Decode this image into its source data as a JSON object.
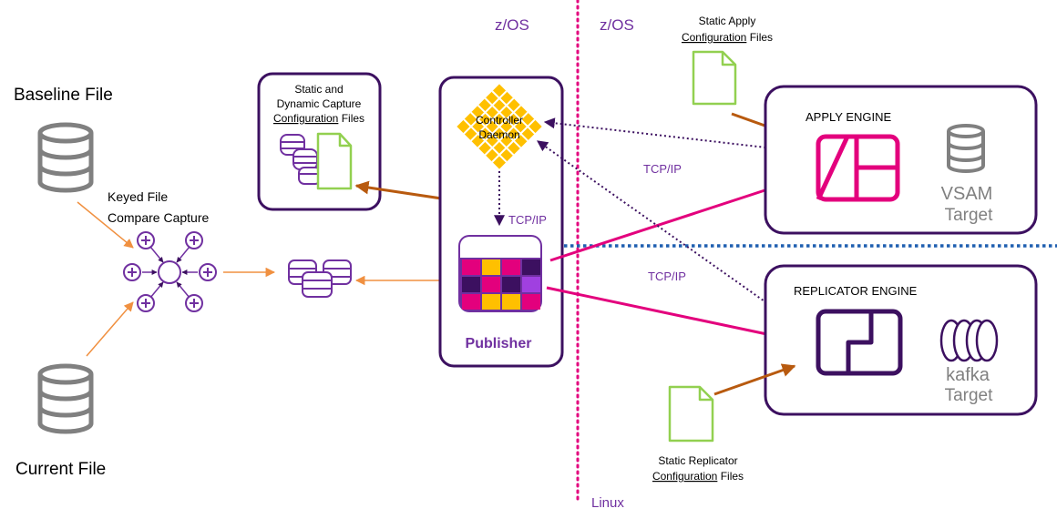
{
  "labels": {
    "zos_left": "z/OS",
    "zos_right": "z/OS",
    "linux": "Linux",
    "baseline_file": "Baseline File",
    "current_file": "Current File",
    "keyed_compare_1": "Keyed File",
    "keyed_compare_2": "Compare Capture",
    "capture_config_1": "Static and",
    "capture_config_2": "Dynamic Capture",
    "capture_config_3_u": "Configuration",
    "capture_config_3_rest": " Files",
    "controller_1": "Controller",
    "controller_2": "Daemon",
    "publisher": "Publisher",
    "tcpip_vertical": "TCP/IP",
    "tcpip_upper": "TCP/IP",
    "tcpip_lower": "TCP/IP",
    "apply_config_1": "Static Apply",
    "apply_config_2_u": "Configuration",
    "apply_config_2_rest": " Files",
    "apply_engine": "APPLY ENGINE",
    "vsam": "VSAM",
    "vsam_target": "Target",
    "replicator_engine": "REPLICATOR ENGINE",
    "kafka": "kafka",
    "kafka_target": "Target",
    "replicator_config_1": "Static Replicator",
    "replicator_config_2_u": "Configuration",
    "replicator_config_2_rest": " Files"
  },
  "colors": {
    "purple": "#7030a0",
    "dark_purple": "#3c1060",
    "magenta": "#e3007d",
    "orange": "#f09040",
    "brown": "#c06010",
    "green": "#92d050",
    "gray": "#808080",
    "yellow": "#ffc000",
    "blue": "#1f5fb0"
  }
}
